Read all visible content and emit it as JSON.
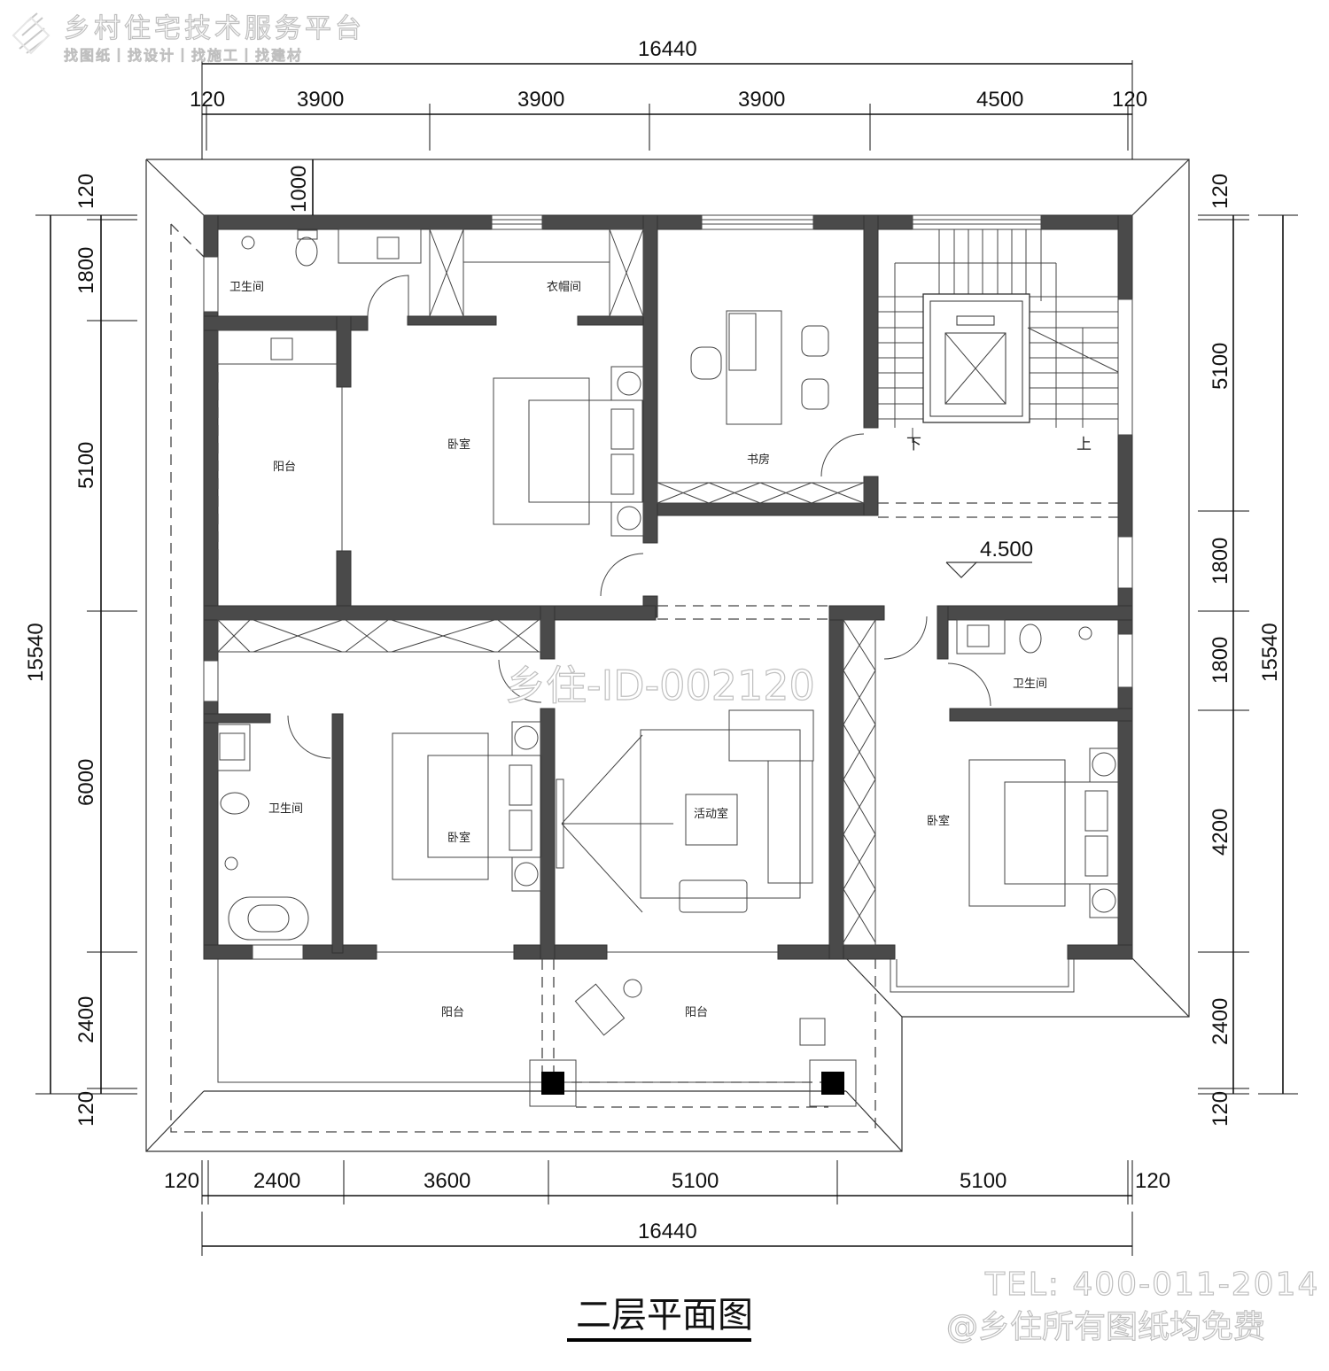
{
  "watermark": {
    "platform_name": "乡村住宅技术服务平台",
    "platform_tagline": "找图纸丨找设计丨找施工丨找建材",
    "drawing_id": "乡住-ID-002120",
    "tel": "TEL: 400-011-2014",
    "free_note": "@乡住所有图纸均免费"
  },
  "drawing": {
    "title": "二层平面图",
    "elevation_mark": "4.500",
    "wall_color": "#4a4a4a",
    "line_color": "#333333"
  },
  "dimensions": {
    "top_total": "16440",
    "top_segments": [
      "120",
      "3900",
      "3900",
      "3900",
      "4500",
      "120"
    ],
    "bottom_total": "16440",
    "bottom_segments": [
      "120",
      "2400",
      "3600",
      "5100",
      "5100",
      "120"
    ],
    "left_total": "15540",
    "left_segments": [
      "120",
      "1800",
      "5100",
      "6000",
      "2400",
      "120"
    ],
    "right_total": "15540",
    "right_segments": [
      "120",
      "5100",
      "1800",
      "1800",
      "4200",
      "2400",
      "120"
    ],
    "overhang": "1000"
  },
  "rooms": {
    "bathroom_nw": "卫生间",
    "cloakroom": "衣帽间",
    "study": "书房",
    "balcony_west": "阳台",
    "master_bedroom": "卧室",
    "bathroom_sw": "卫生间",
    "bedroom_sw": "卧室",
    "activity_room": "活动室",
    "bathroom_e": "卫生间",
    "bedroom_e": "卧室",
    "balcony_south_left": "阳台",
    "balcony_south_right": "阳台",
    "stair_down": "下",
    "stair_up": "上"
  }
}
